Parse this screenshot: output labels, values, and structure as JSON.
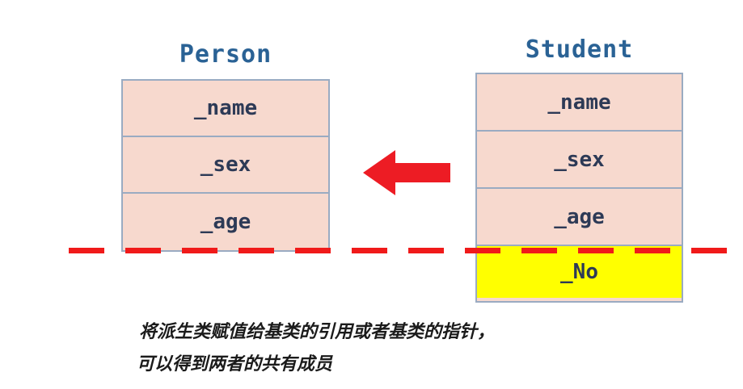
{
  "diagram": {
    "classes": [
      {
        "name": "Person",
        "fields": [
          {
            "label": "_name",
            "highlight": false
          },
          {
            "label": "_sex",
            "highlight": false
          },
          {
            "label": "_age",
            "highlight": false
          }
        ]
      },
      {
        "name": "Student",
        "fields": [
          {
            "label": "_name",
            "highlight": false
          },
          {
            "label": "_sex",
            "highlight": false
          },
          {
            "label": "_age",
            "highlight": false
          },
          {
            "label": "_No",
            "highlight": true
          }
        ]
      }
    ],
    "arrow": {
      "icon": "left-arrow-icon",
      "direction": "left",
      "color": "#ed1c24"
    },
    "slice_line": {
      "icon": "dashed-line-icon",
      "color": "#f01a1a",
      "style": "dashed"
    },
    "colors": {
      "title": "#2a6295",
      "field_text": "#2d3a56",
      "box_fill": "#f7d9ce",
      "box_border": "#9aabc2",
      "highlight_fill": "#ffff00",
      "arrow": "#ed1c24",
      "dash": "#f01a1a"
    },
    "caption": {
      "line1": "将派生类赋值给基类的引用或者基类的指针，",
      "line2": "可以得到两者的共有成员"
    }
  }
}
